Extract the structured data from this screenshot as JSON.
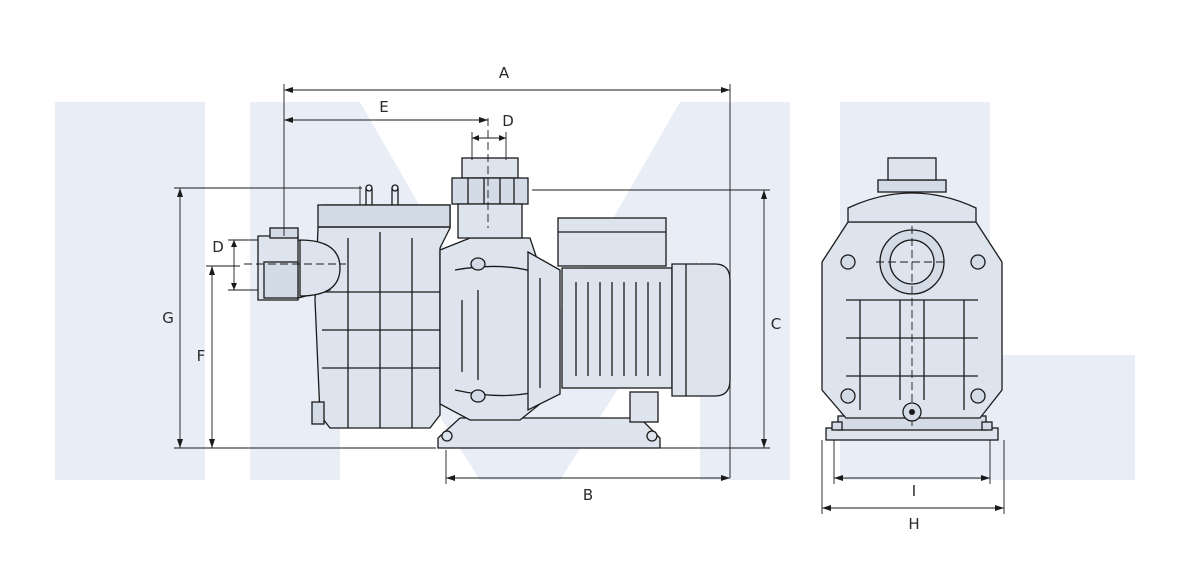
{
  "labels": {
    "A": "A",
    "B": "B",
    "C": "C",
    "D_top": "D",
    "D_side": "D",
    "E": "E",
    "F": "F",
    "G": "G",
    "H": "H",
    "I": "I"
  },
  "colors": {
    "line": "#1a1a1a",
    "pump_fill": "#dde4ee",
    "watermark": "#e8edf6"
  }
}
